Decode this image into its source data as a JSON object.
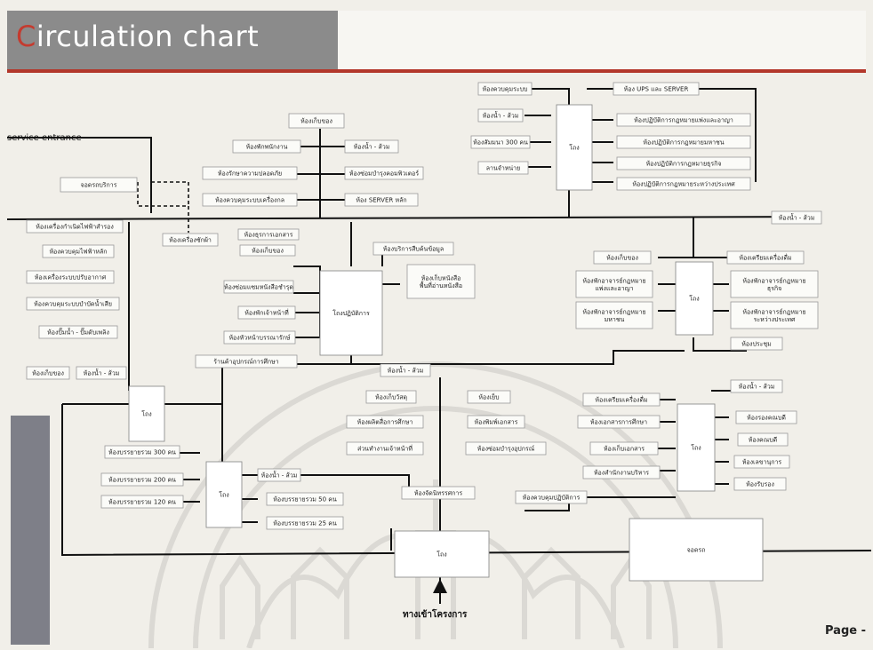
{
  "header": {
    "title": "Circulation chart",
    "title_first_letter": "C",
    "title_rest": "irculation chart",
    "page_label": "Page -"
  },
  "colors": {
    "title_band": "#8b8b8b",
    "accent_red": "#b3372b",
    "side_bar": "#7e7f88",
    "line": "#111111"
  },
  "labels": {
    "service_entrance": "service entrance",
    "project_entrance": "ทางเข้าโครงการ"
  },
  "rooms": {
    "storage_top": "ห้องเก็บของ",
    "staff_rest": "ห้องพักพนักงาน",
    "security": "ห้องรักษาความปลอดภัย",
    "mech_control": "ห้องควบคุมระบบเครื่องกล",
    "toilet_a": "ห้องน้ำ - ส้วม",
    "maint_room": "ห้องซ่อมบำรุงคอมพิวเตอร์",
    "server_main": "ห้อง SERVER หลัก",
    "service_desk": "จอดรถบริการ",
    "generator": "ห้องเครื่องกำเนิดไฟฟ้าสำรอง",
    "electrical": "ห้องควบคุมไฟฟ้าหลัก",
    "aircon": "ห้องเครื่องระบบปรับอากาศ",
    "water_pump": "ห้องควบคุมระบบบำบัดน้ำเสีย",
    "water_tank": "ห้องปั๊มน้ำ - ปั๊มดับเพลิง",
    "storage_left": "ห้องเก็บของ",
    "toilet_left": "ห้องน้ำ - ส้วม",
    "waste": "ห้องเครื่องซักผ้า",
    "control_top": "ห้องควบคุมระบบ",
    "toilet_top": "ห้องน้ำ - ส้วม",
    "seminar300": "ห้องสัมมนา 300 คน",
    "exhibition": "ลานจำหน่าย",
    "ups_server": "ห้อง UPS และ SERVER",
    "legal_civil": "ห้องปฏิบัติการกฎหมายแพ่งและอาญา",
    "legal_public": "ห้องปฏิบัติการกฎหมายมหาชน",
    "legal_business": "ห้องปฏิบัติการกฎหมายธุรกิจ",
    "legal_intl": "ห้องปฏิบัติการกฎหมายระหว่างประเทศ",
    "hall_top": "โถง",
    "toilet_right_top": "ห้องน้ำ - ส้วม",
    "doc_office": "ห้องธุรการเอกสาร",
    "storage_mid": "ห้องเก็บของ",
    "print_room": "ห้องบริการสืบค้นข้อมูล",
    "book_repair": "ห้องซ่อมแซมหนังสือชำรุด",
    "staff_room": "ห้องพักเจ้าหน้าที่",
    "librarian": "ห้องหัวหน้าบรรณารักษ์",
    "lab_hall": "โถงปฏิบัติการ",
    "book_store": "ห้องเก็บหนังสือ\nพื้นที่อ่านหนังสือ",
    "storage_right": "ห้องเก็บของ",
    "prep_room": "ห้องเตรียมเครื่องดื่ม",
    "prof_civil": "ห้องพักอาจารย์กฎหมาย\nแพ่งและอาญา",
    "prof_public": "ห้องพักอาจารย์กฎหมาย\nมหาชน",
    "prof_business": "ห้องพักอาจารย์กฎหมาย\nธุรกิจ",
    "prof_intl": "ห้องพักอาจารย์กฎหมาย\nระหว่างประเทศ",
    "hall_right": "โถง",
    "meeting": "ห้องประชุม",
    "toilet_right": "ห้องน้ำ - ส้วม",
    "shop": "ร้านค้าอุปกรณ์การศึกษา",
    "toilet_center": "ห้องน้ำ - ส้วม",
    "hall_left": "โถง",
    "storage_c": "ห้องเก็บวัสดุ",
    "cafe": "ห้องเย็บ",
    "audio_visual": "ห้องผลิตสื่อการศึกษา",
    "copy_room": "ห้องพิมพ์เอกสาร",
    "staff_c": "ส่วนทำงานเจ้าหน้าที่",
    "repair_c": "ห้องซ่อมบำรุงอุปกรณ์",
    "drink_r": "ห้องเตรียมเครื่องดื่ม",
    "doc_center": "ห้องเอกสารการศึกษา",
    "storage_doc": "ห้องเก็บเอกสาร",
    "admin": "ห้องสำนักงานบริหาร",
    "hall_r2": "โถง",
    "office_dean": "ห้องรองคณบดี",
    "dean": "ห้องคณบดี",
    "secretary": "ห้องเลขานุการ",
    "reception": "ห้องรับรอง",
    "lecture300": "ห้องบรรยายรวม 300 คน",
    "lecture200": "ห้องบรรยายรวม 200 คน",
    "lecture120": "ห้องบรรยายรวม 120 คน",
    "hall_lect": "โถง",
    "toilet_lect": "ห้องน้ำ - ส้วม",
    "lecture50": "ห้องบรรยายรวม 50 คน",
    "lecture25": "ห้องบรรยายรวม 25 คน",
    "registrar": "ห้องจัดนิทรรศการ",
    "control_lab": "ห้องควบคุมปฏิบัติการ",
    "main_hall": "โถง",
    "parking": "จอดรถ"
  }
}
